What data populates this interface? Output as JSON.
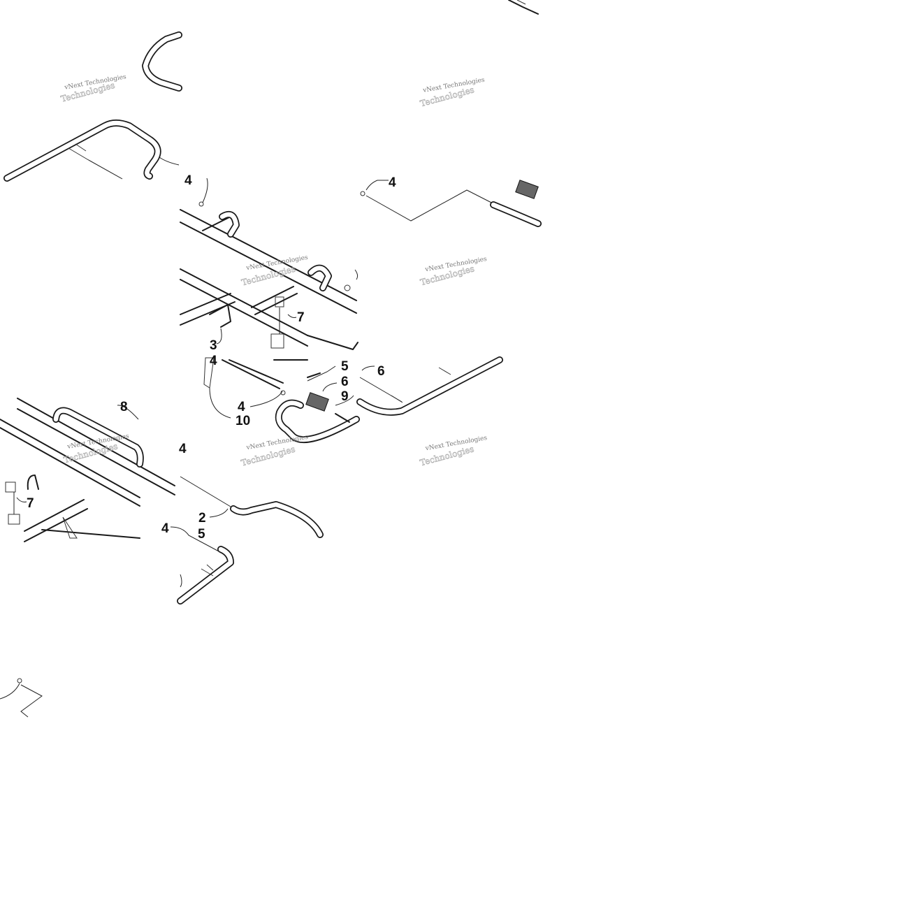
{
  "watermark": {
    "text": "vNext Technologies"
  },
  "callouts": [
    {
      "id": "c-4-top",
      "label": "4"
    },
    {
      "id": "c-4-right",
      "label": "4"
    },
    {
      "id": "c-7-mid",
      "label": "7"
    },
    {
      "id": "c-3",
      "label": "3"
    },
    {
      "id": "c-4-mid",
      "label": "4"
    },
    {
      "id": "c-5-mid",
      "label": "5"
    },
    {
      "id": "c-6-mid",
      "label": "6"
    },
    {
      "id": "c-9",
      "label": "9"
    },
    {
      "id": "c-6-right",
      "label": "6"
    },
    {
      "id": "c-4-lower",
      "label": "4"
    },
    {
      "id": "c-10",
      "label": "10"
    },
    {
      "id": "c-8",
      "label": "8"
    },
    {
      "id": "c-7-low",
      "label": "7"
    },
    {
      "id": "c-4-left",
      "label": "4"
    },
    {
      "id": "c-2",
      "label": "2"
    },
    {
      "id": "c-4-bottom",
      "label": "4"
    },
    {
      "id": "c-5-bottom",
      "label": "5"
    }
  ]
}
